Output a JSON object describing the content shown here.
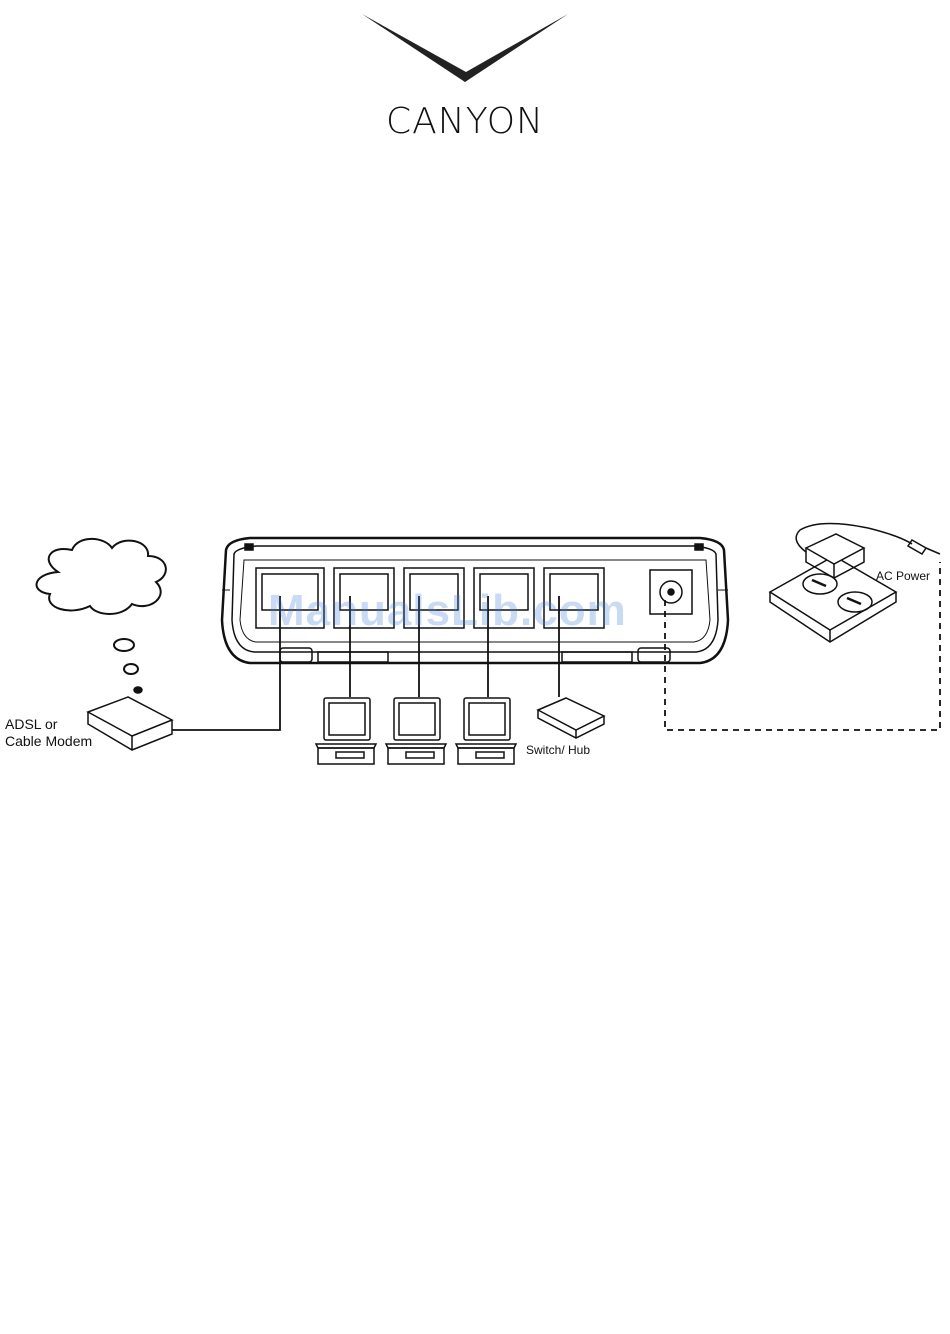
{
  "brand": {
    "logo_text": "CANYON",
    "logo_color": "#222222"
  },
  "watermark": {
    "text": "ManualsLib.com",
    "color": "#3d7ed8"
  },
  "labels": {
    "modem_line1": "ADSL or",
    "modem_line2": "Cable Modem",
    "switch": "Switch/ Hub",
    "power": "AC Power"
  },
  "diagram": {
    "router_ports": [
      "wan",
      "lan1",
      "lan2",
      "lan3",
      "lan4",
      "power"
    ],
    "computer_count": 3,
    "icons": [
      "internet-cloud-icon",
      "modem-icon",
      "computer-icon",
      "switch-hub-icon",
      "power-adapter-icon",
      "router-back-panel"
    ]
  }
}
